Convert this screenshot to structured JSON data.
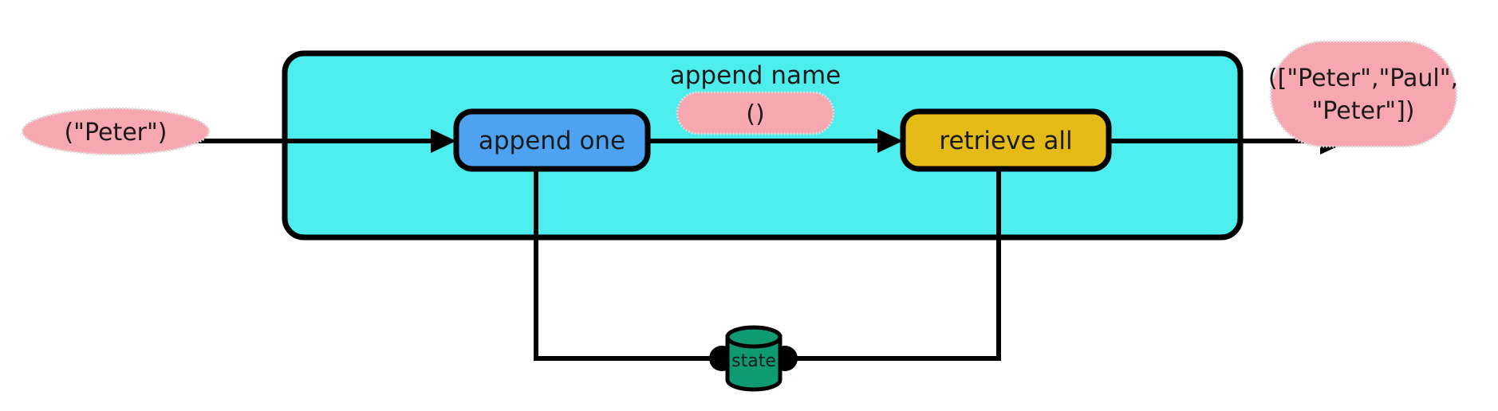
{
  "diagram": {
    "title": "append name",
    "background": "#ffffff",
    "colors": {
      "container_fill": "#4deded",
      "container_stroke": "#000000",
      "node_append_one_fill": "#4da3f2",
      "node_retrieve_all_fill": "#e3ba16",
      "node_stroke": "#000000",
      "io_pill_fill": "#f7a7b0",
      "io_pill_stroke": "#d9d9d9",
      "datastore_fill": "#0f9a74",
      "datastore_stroke": "#000000",
      "edge_stroke": "#000000",
      "text": "#1a1a1a"
    },
    "container": {
      "name": "append name",
      "label": "append name",
      "inner_pill_label": "()"
    },
    "nodes": [
      {
        "id": "append-one",
        "label": "append one",
        "type": "process",
        "fill": "#4da3f2"
      },
      {
        "id": "retrieve-all",
        "label": "retrieve all",
        "type": "process",
        "fill": "#e3ba16"
      }
    ],
    "datastore": {
      "id": "state",
      "label": "state",
      "type": "cylinder",
      "fill": "#0f9a74"
    },
    "input": {
      "id": "input-value",
      "label": "(\"Peter\")"
    },
    "output": {
      "id": "output-value",
      "line1": "([\"Peter\",\"Paul\",",
      "line2": "\"Peter\"])"
    },
    "edges": [
      {
        "id": "edge-input-to-append-one",
        "from": "input",
        "to": "append-one",
        "arrow": true
      },
      {
        "id": "edge-append-one-to-retrieve-all",
        "from": "append-one",
        "to": "retrieve-all",
        "arrow": true
      },
      {
        "id": "edge-retrieve-all-to-output",
        "from": "retrieve-all",
        "to": "output",
        "arrow": true
      },
      {
        "id": "edge-append-one-to-state",
        "from": "append-one",
        "to": "state",
        "arrow": false
      },
      {
        "id": "edge-state-to-retrieve-all",
        "from": "state",
        "to": "retrieve-all",
        "arrow": false
      }
    ]
  }
}
